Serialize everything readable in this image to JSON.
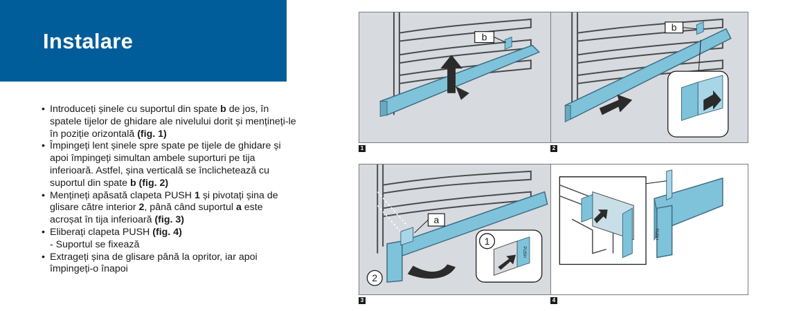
{
  "title": "Instalare",
  "steps": [
    {
      "type": "bullet",
      "parts": [
        {
          "t": "Introduceți șinele cu suportul din spate "
        },
        {
          "t": "b",
          "bold": true
        },
        {
          "t": " de jos, în spatele tijelor de ghidare ale nivelului dorit și mențineți-le în poziție orizontală "
        },
        {
          "t": "(fig. 1)",
          "bold": true
        }
      ]
    },
    {
      "type": "bullet",
      "parts": [
        {
          "t": "Împingeți lent șinele spre spate pe tijele de ghidare și apoi împingeți simultan ambele suporturi pe tija inferioară. Astfel, șina verticală se înclichetează cu suportul din spate "
        },
        {
          "t": "b (fig. 2)",
          "bold": true
        }
      ]
    },
    {
      "type": "bullet",
      "parts": [
        {
          "t": "Mențineți apăsată clapeta PUSH "
        },
        {
          "t": "1",
          "bold": true
        },
        {
          "t": " și pivotați șina de glisare către interior "
        },
        {
          "t": "2",
          "bold": true
        },
        {
          "t": ", până când suportul "
        },
        {
          "t": "a",
          "bold": true
        },
        {
          "t": " este acroșat în tija inferioară "
        },
        {
          "t": "(fig. 3)",
          "bold": true
        }
      ]
    },
    {
      "type": "bullet",
      "parts": [
        {
          "t": "Eliberați clapeta PUSH "
        },
        {
          "t": "(fig. 4)",
          "bold": true
        }
      ]
    },
    {
      "type": "sub",
      "parts": [
        {
          "t": "- Suportul se fixează"
        }
      ]
    },
    {
      "type": "bullet",
      "parts": [
        {
          "t": "Extrageți șina de glisare până la opritor, iar apoi împingeți-o înapoi"
        }
      ]
    }
  ],
  "figures": {
    "fig1": {
      "number": "1",
      "callout": "b"
    },
    "fig2": {
      "number": "2",
      "callout": "b"
    },
    "fig3": {
      "number": "3",
      "callout_a": "a",
      "marker_1": "1",
      "marker_2": "2",
      "push_label": "PUSH"
    },
    "fig4": {
      "number": "4",
      "push_label": "PUSH"
    }
  },
  "colors": {
    "title_band": "#005d99",
    "rail_blue": "#7fc3db",
    "panel_grey": "#d7dadf"
  }
}
